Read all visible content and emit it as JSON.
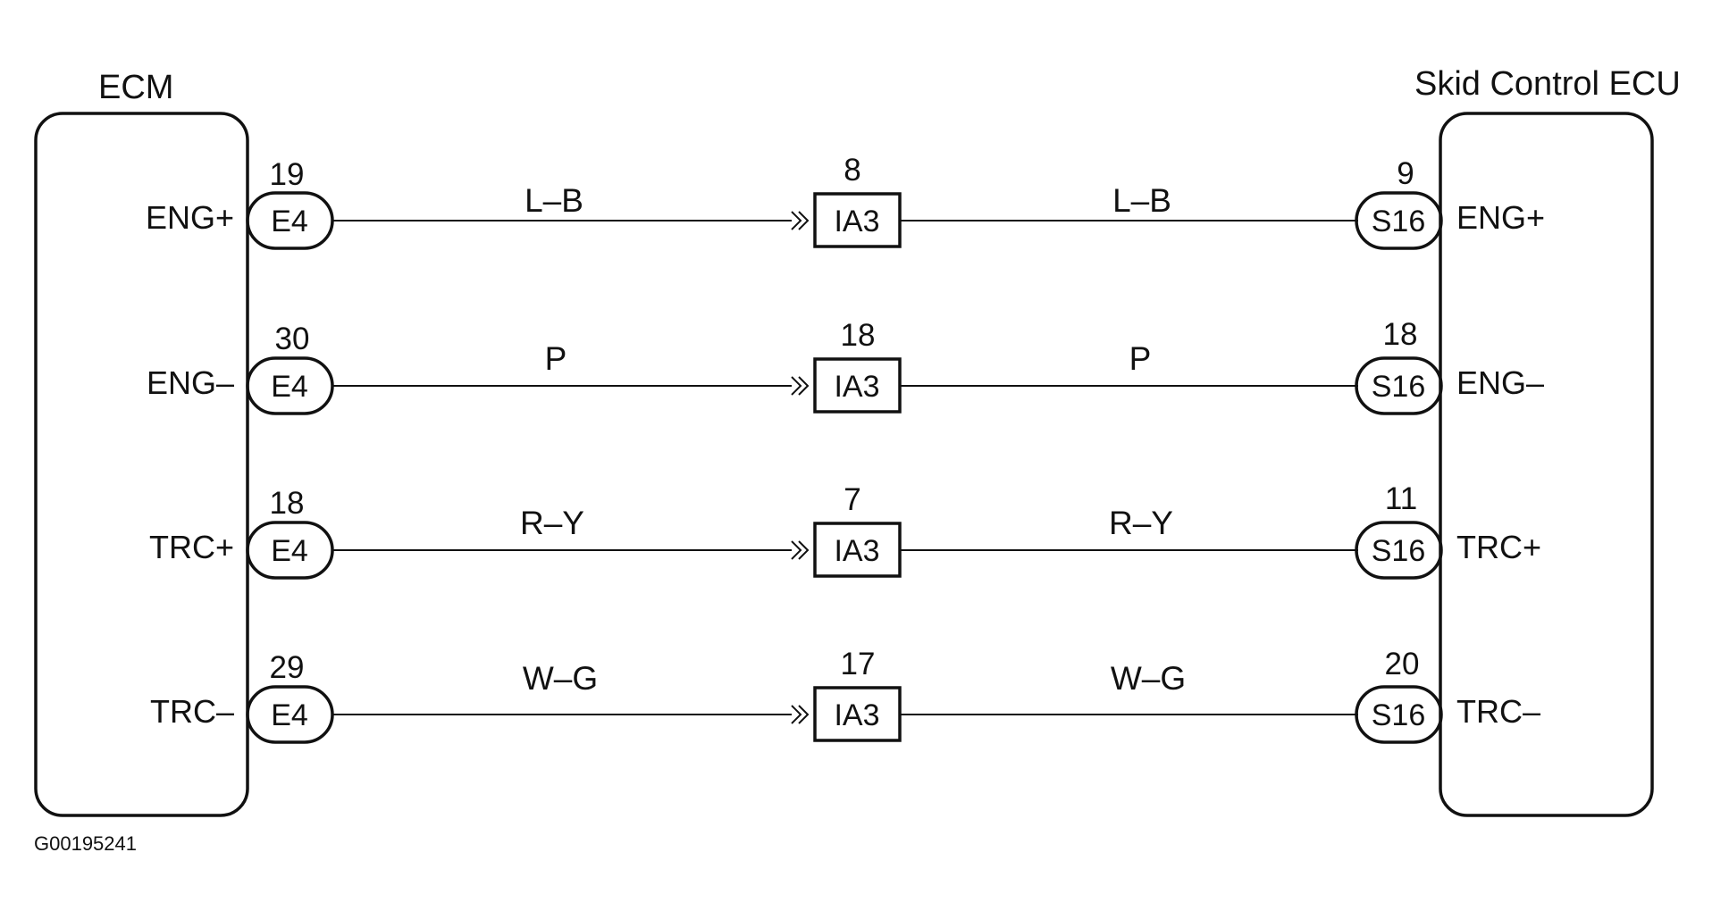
{
  "diagram": {
    "left_unit": {
      "title": "ECM"
    },
    "right_unit": {
      "title": "Skid Control ECU"
    },
    "figure_code": "G00195241",
    "circuits": [
      {
        "left_signal": "ENG+",
        "left_pin": "19",
        "left_connector": "E4",
        "wire_color_left": "L–B",
        "junction_pin": "8",
        "junction_connector": "IA3",
        "wire_color_right": "L–B",
        "right_pin": "9",
        "right_connector": "S16",
        "right_signal": "ENG+"
      },
      {
        "left_signal": "ENG–",
        "left_pin": "30",
        "left_connector": "E4",
        "wire_color_left": "P",
        "junction_pin": "18",
        "junction_connector": "IA3",
        "wire_color_right": "P",
        "right_pin": "18",
        "right_connector": "S16",
        "right_signal": "ENG–"
      },
      {
        "left_signal": "TRC+",
        "left_pin": "18",
        "left_connector": "E4",
        "wire_color_left": "R–Y",
        "junction_pin": "7",
        "junction_connector": "IA3",
        "wire_color_right": "R–Y",
        "right_pin": "11",
        "right_connector": "S16",
        "right_signal": "TRC+"
      },
      {
        "left_signal": "TRC–",
        "left_pin": "29",
        "left_connector": "E4",
        "wire_color_left": "W–G",
        "junction_pin": "17",
        "junction_connector": "IA3",
        "wire_color_right": "W–G",
        "right_pin": "20",
        "right_connector": "S16",
        "right_signal": "TRC–"
      }
    ]
  }
}
